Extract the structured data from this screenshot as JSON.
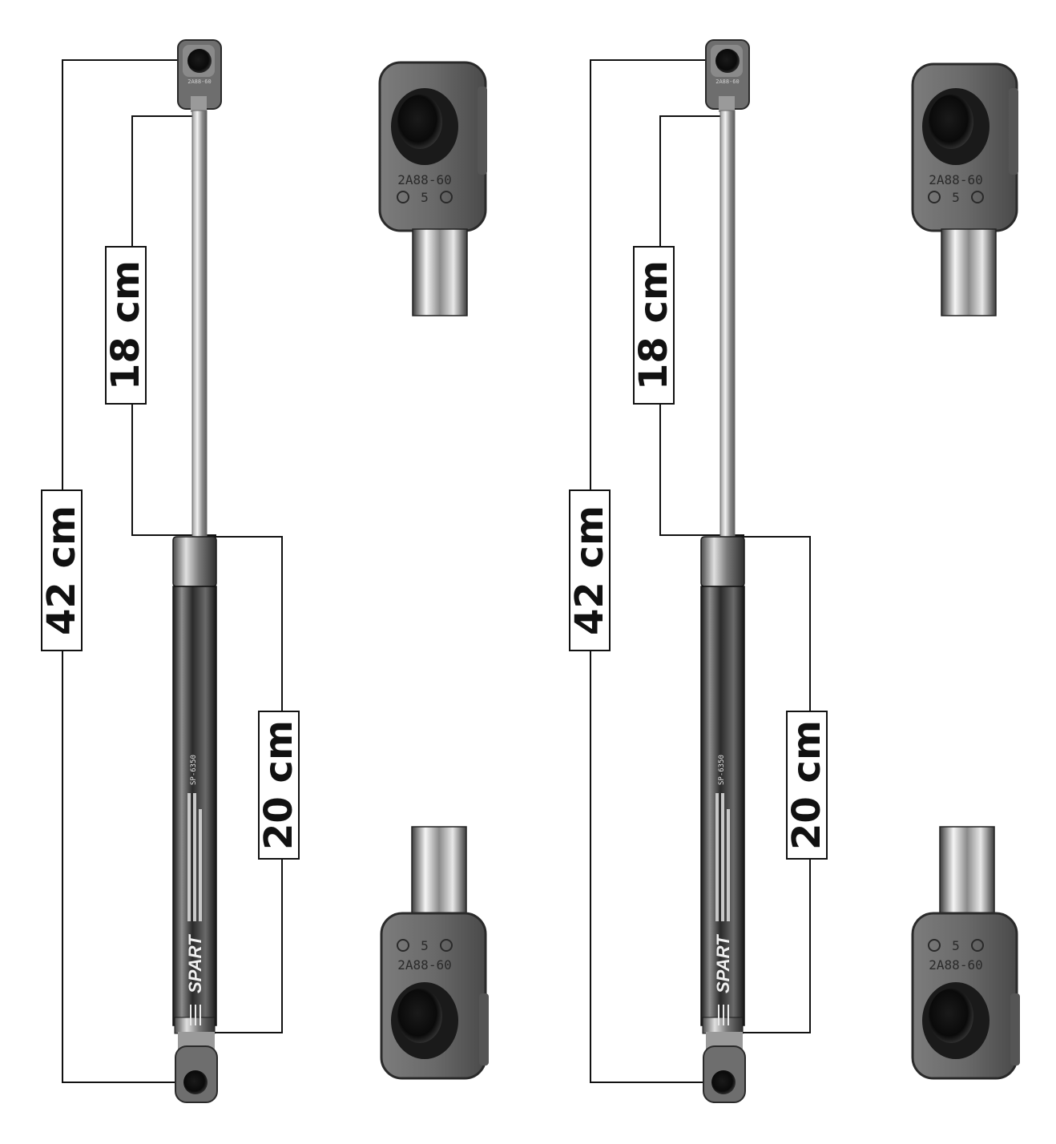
{
  "dimensions": {
    "total_length": "42 cm",
    "rod_length": "18 cm",
    "body_length": "20 cm"
  },
  "markings": {
    "brand": "SPART",
    "part_code": "SP-6350",
    "end_fitting_code": "2A88-60",
    "end_fitting_digit": "5"
  },
  "colors": {
    "background": "#ffffff",
    "dimension_line": "#111111",
    "label_border": "#111111",
    "metal_dark": "#3b3b3b",
    "metal_light": "#d9d9d9",
    "fitting": "#6d6d6d"
  }
}
